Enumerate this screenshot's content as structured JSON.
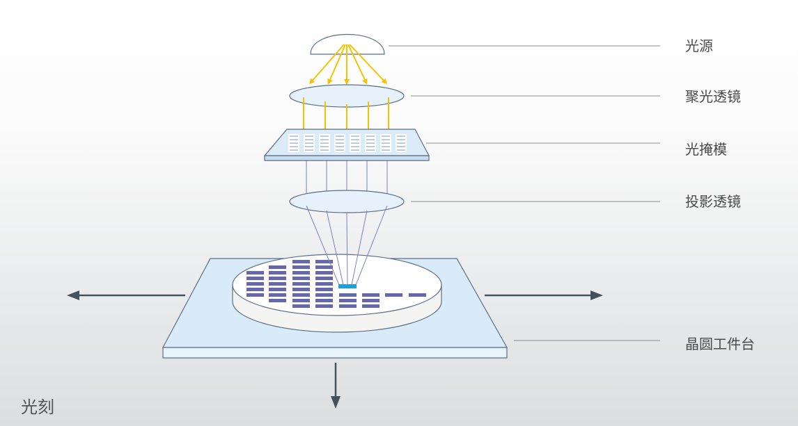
{
  "labels": {
    "light_source": "光源",
    "condenser_lens": "聚光透镜",
    "photomask": "光掩模",
    "projection_lens": "投影透镜",
    "wafer_stage": "晶圆工件台"
  },
  "caption": "光刻",
  "colors": {
    "arrow_yellow": "#f5c200",
    "lens_fill": "#e6f1fb",
    "outline": "#5a6e86",
    "projection_line": "#7b7fc0",
    "die": "#6468a8",
    "exposed_die": "#1aa0dc",
    "stage_fill": "#d9ebf8",
    "movement_arrow": "#44525e",
    "leader_line": "#8a8a8a"
  }
}
